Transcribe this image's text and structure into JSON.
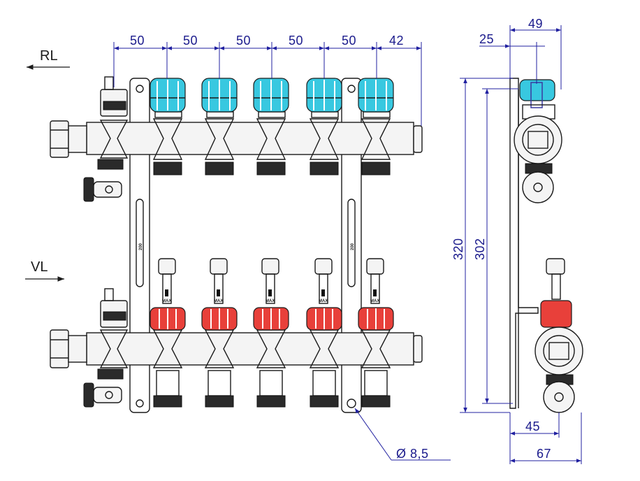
{
  "labels": {
    "return": "RL",
    "flow": "VL",
    "rail_marking": "200",
    "flow_meter_marking": "MAX"
  },
  "dimensions": {
    "spacing": [
      "50",
      "50",
      "50",
      "50",
      "50"
    ],
    "end_offset": "42",
    "side_left": "25",
    "side_top": "49",
    "height_total": "320",
    "height_inner": "302",
    "side_bottom_inner": "45",
    "side_bottom_total": "67",
    "hole_diameter": "Ø 8,5"
  },
  "colors": {
    "return_valve_caps": "#38c8e0",
    "flow_meter_caps": "#e8403a",
    "dimension_lines": "#2020a0"
  },
  "outlets_per_bar": 5
}
